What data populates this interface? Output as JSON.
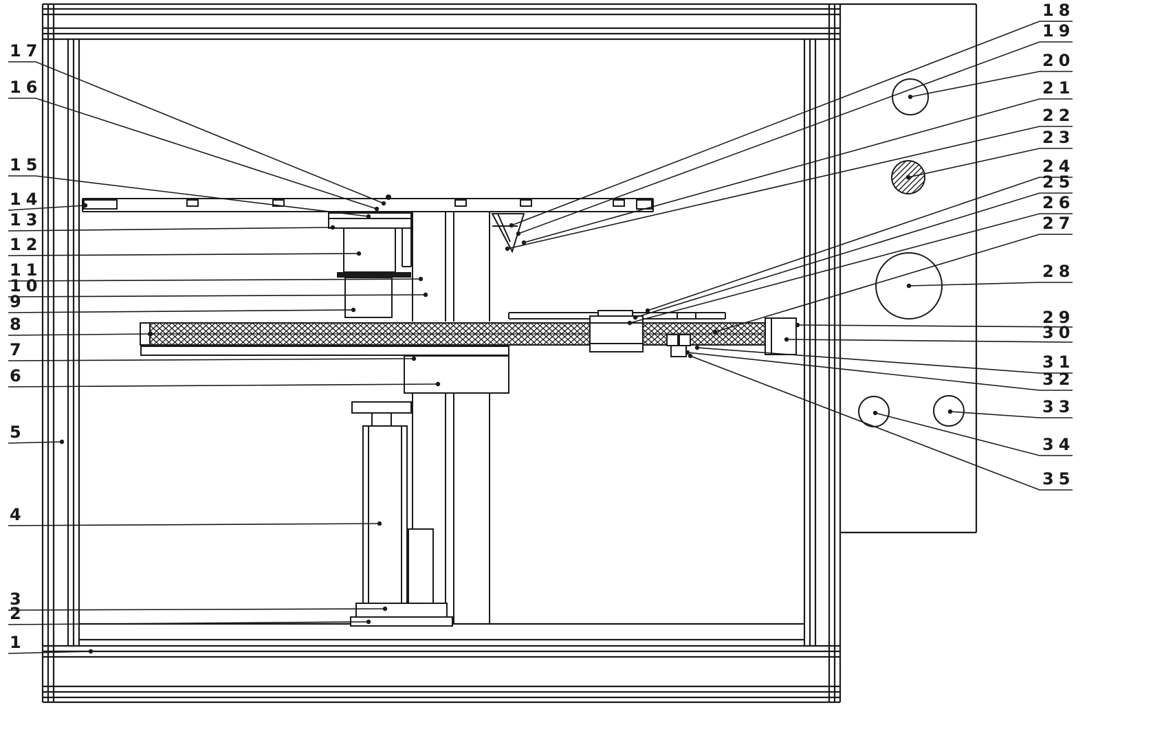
{
  "figure": {
    "type": "patent-sectional-drawing",
    "background_color": "#ffffff",
    "ink_color": "#1a1a1a"
  },
  "part_labels": [
    {
      "number": "1"
    },
    {
      "number": "2"
    },
    {
      "number": "3"
    },
    {
      "number": "4"
    },
    {
      "number": "5"
    },
    {
      "number": "6"
    },
    {
      "number": "7"
    },
    {
      "number": "8"
    },
    {
      "number": "9"
    },
    {
      "number": "10"
    },
    {
      "number": "11"
    },
    {
      "number": "12"
    },
    {
      "number": "13"
    },
    {
      "number": "14"
    },
    {
      "number": "15"
    },
    {
      "number": "16"
    },
    {
      "number": "17"
    },
    {
      "number": "18"
    },
    {
      "number": "19"
    },
    {
      "number": "20"
    },
    {
      "number": "21"
    },
    {
      "number": "22"
    },
    {
      "number": "23"
    },
    {
      "number": "24"
    },
    {
      "number": "25"
    },
    {
      "number": "26"
    },
    {
      "number": "27"
    },
    {
      "number": "28"
    },
    {
      "number": "29"
    },
    {
      "number": "30"
    },
    {
      "number": "31"
    },
    {
      "number": "32"
    },
    {
      "number": "33"
    },
    {
      "number": "34"
    },
    {
      "number": "35"
    }
  ]
}
